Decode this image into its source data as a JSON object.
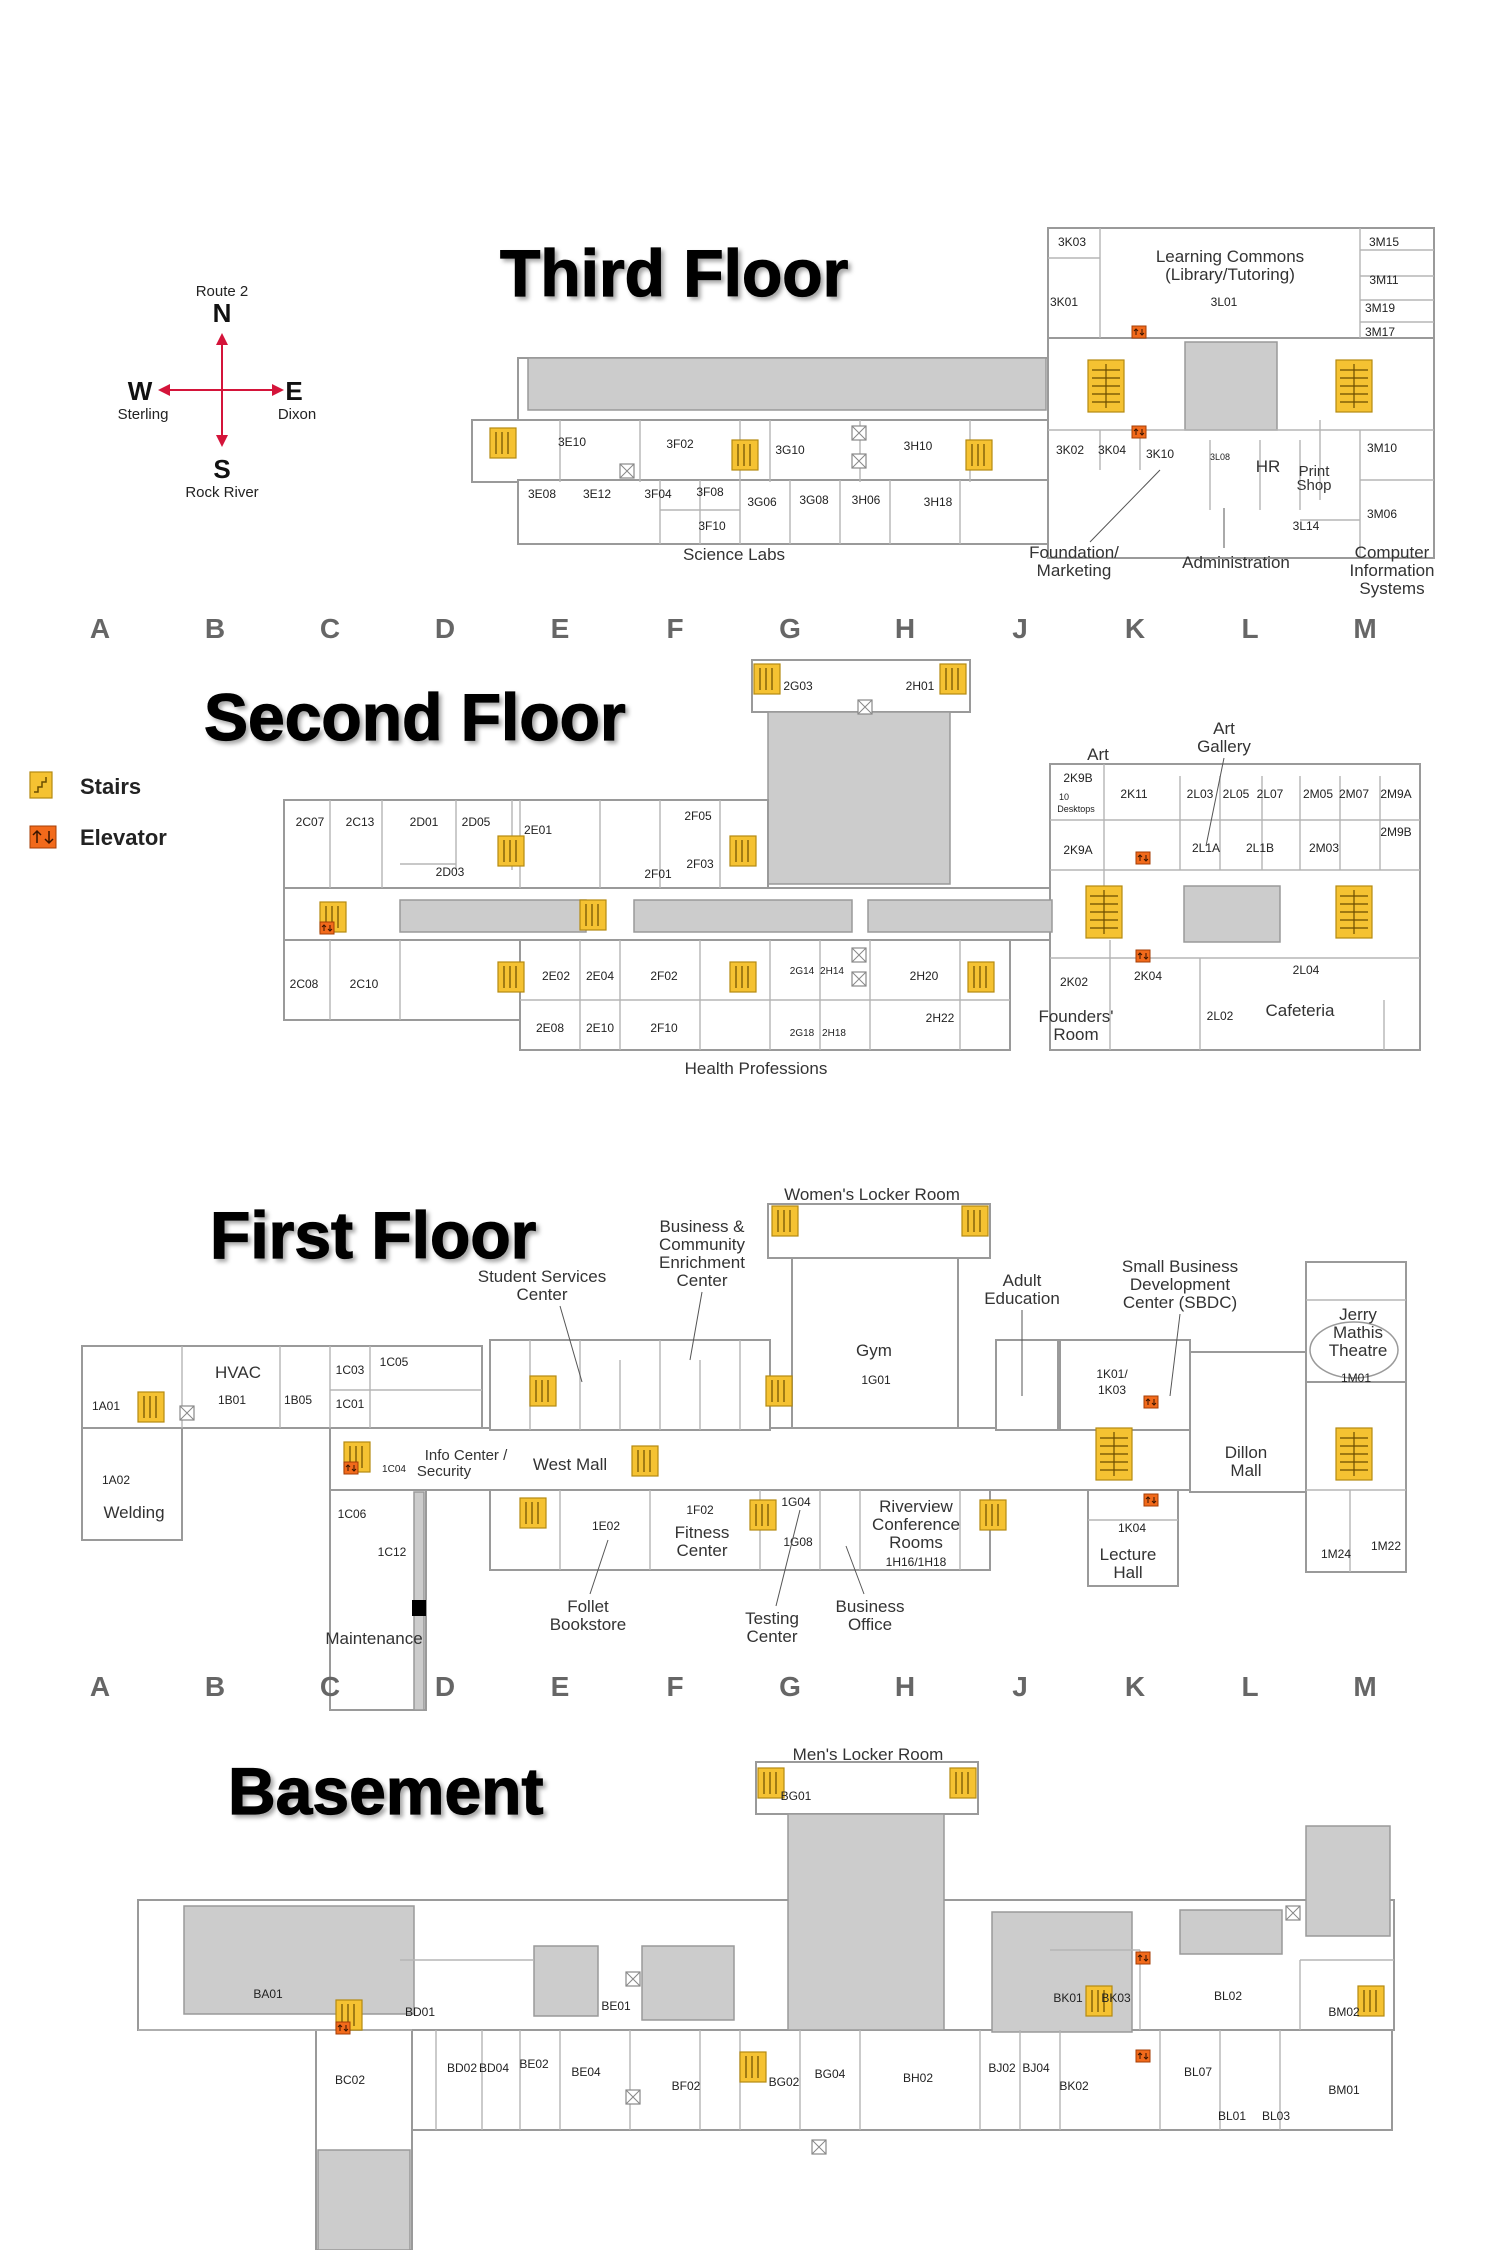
{
  "floors": {
    "third": {
      "title": "Third Floor",
      "rooms": [
        "3K03",
        "3K01",
        "3L01",
        "3M15",
        "3M11",
        "3M19",
        "3M17",
        "3E10",
        "3F02",
        "3G10",
        "3H10",
        "3E08",
        "3E12",
        "3F04",
        "3F08",
        "3F10",
        "3G06",
        "3G08",
        "3H06",
        "3H18",
        "3K02",
        "3K04",
        "3K10",
        "3L08",
        "3M10",
        "3M06",
        "3L14"
      ],
      "labels": {
        "learning_commons": "Learning Commons",
        "library_tutoring": "(Library/Tutoring)",
        "science_labs": "Science Labs",
        "foundation": "Foundation/",
        "marketing": "Marketing",
        "administration": "Administration",
        "hr": "HR",
        "print": "Print",
        "shop": "Shop",
        "computer": "Computer",
        "information": "Information",
        "systems": "Systems"
      }
    },
    "second": {
      "title": "Second Floor",
      "rooms": [
        "2G03",
        "2H01",
        "2K9B",
        "2K11",
        "2L03",
        "2L05",
        "2L07",
        "2M05",
        "2M07",
        "2M9A",
        "2M9B",
        "2K9A",
        "2L1A",
        "2L1B",
        "2M03",
        "2C07",
        "2C13",
        "2D01",
        "2D05",
        "2E01",
        "2F05",
        "2D03",
        "2F03",
        "2F01",
        "2C08",
        "2C10",
        "2E02",
        "2E04",
        "2F02",
        "2G14",
        "2H14",
        "2H20",
        "2H22",
        "2E08",
        "2E10",
        "2F10",
        "2G18",
        "2H18",
        "2K02",
        "2K04",
        "2L04",
        "2L02"
      ],
      "labels": {
        "art": "Art",
        "art_gallery_1": "Art",
        "art_gallery_2": "Gallery",
        "desktops_1": "10",
        "desktops_2": "Desktops",
        "founders_1": "Founders'",
        "founders_2": "Room",
        "cafeteria": "Cafeteria",
        "health": "Health Professions"
      }
    },
    "first": {
      "title": "First Floor",
      "rooms": [
        "1A01",
        "1A02",
        "1B01",
        "1B05",
        "1C03",
        "1C05",
        "1C01",
        "1C04",
        "1C06",
        "1C12",
        "1E02",
        "1F02",
        "1G04",
        "1G08",
        "1G01",
        "1H16/1H18",
        "1K01/",
        "1K03",
        "1K04",
        "1M01",
        "1M24",
        "1M22"
      ],
      "labels": {
        "womens": "Women's Locker Room",
        "business_1": "Business &",
        "business_2": "Community",
        "business_3": "Enrichment",
        "business_4": "Center",
        "student_1": "Student Services",
        "student_2": "Center",
        "adult_1": "Adult",
        "adult_2": "Education",
        "sbdc_1": "Small Business",
        "sbdc_2": "Development",
        "sbdc_3": "Center (SBDC)",
        "jerry_1": "Jerry",
        "jerry_2": "Mathis",
        "jerry_3": "Theatre",
        "hvac": "HVAC",
        "gym": "Gym",
        "info_1": "Info Center /",
        "info_2": "Security",
        "west_mall": "West Mall",
        "dillon_1": "Dillon",
        "dillon_2": "Mall",
        "welding": "Welding",
        "fitness_1": "Fitness",
        "fitness_2": "Center",
        "riverview_1": "Riverview",
        "riverview_2": "Conference",
        "riverview_3": "Rooms",
        "lecture_1": "Lecture",
        "lecture_2": "Hall",
        "follet_1": "Follet",
        "follet_2": "Bookstore",
        "testing_1": "Testing",
        "testing_2": "Center",
        "business_office_1": "Business",
        "business_office_2": "Office",
        "maintenance": "Maintenance"
      }
    },
    "basement": {
      "title": "Basement",
      "rooms": [
        "BG01",
        "BA01",
        "BD01",
        "BE01",
        "BK01",
        "BK03",
        "BL02",
        "BM02",
        "BC02",
        "BD02",
        "BD04",
        "BE02",
        "BE04",
        "BF02",
        "BG02",
        "BG04",
        "BH02",
        "BJ02",
        "BJ04",
        "BK02",
        "BL07",
        "BL01",
        "BL03",
        "BM01"
      ],
      "labels": {
        "mens": "Men's Locker Room"
      }
    }
  },
  "columns": [
    "A",
    "B",
    "C",
    "D",
    "E",
    "F",
    "G",
    "H",
    "J",
    "K",
    "L",
    "M"
  ],
  "compass": {
    "n": "N",
    "s": "S",
    "e": "E",
    "w": "W",
    "north_label": "Route 2",
    "south_label": "Rock River",
    "east_label": "Dixon",
    "west_label": "Sterling"
  },
  "legend": {
    "stairs": "Stairs",
    "elevator": "Elevator"
  },
  "colors": {
    "stairs": "#f5c232",
    "elevator": "#f26a1b",
    "corridor": "#cccccc",
    "compass": "#d4143a"
  }
}
